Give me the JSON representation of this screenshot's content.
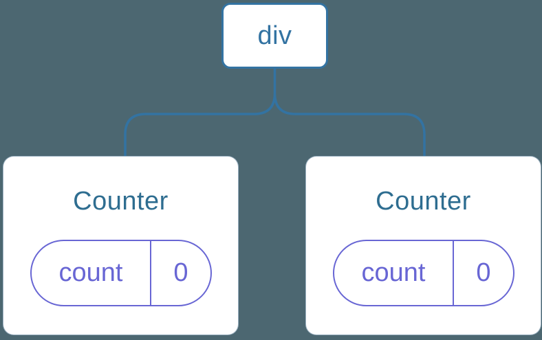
{
  "diagram": {
    "root": {
      "label": "div"
    },
    "children": [
      {
        "title": "Counter",
        "state": {
          "key": "count",
          "value": "0"
        }
      },
      {
        "title": "Counter",
        "state": {
          "key": "count",
          "value": "0"
        }
      }
    ]
  },
  "colors": {
    "background": "#4c6771",
    "node_blue": "#3373a2",
    "heading_blue": "#2e6d90",
    "purple": "#6866d4",
    "card_bg": "#ffffff"
  }
}
